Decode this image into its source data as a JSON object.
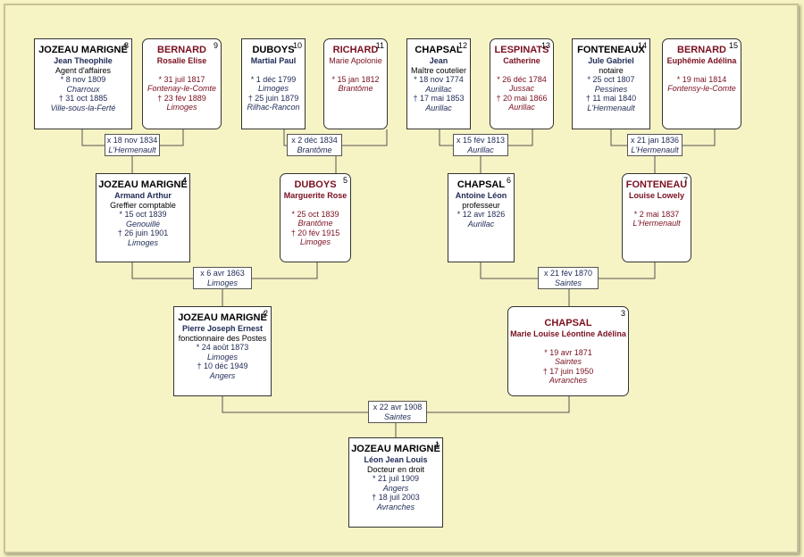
{
  "people": {
    "p1": {
      "num": "1",
      "surname": "JOZEAU MARIGNÉ",
      "given": "Léon Jean Louis",
      "occupation": "Docteur en droit",
      "birth": "* 21 juil 1909",
      "birth_place": "Angers",
      "death": "† 18 juil 2003",
      "death_place": "Avranches"
    },
    "p2": {
      "num": "2",
      "surname": "JOZEAU MARIGNÉ",
      "given": "Pierre Joseph Ernest",
      "occupation": "fonctionnaire des Postes",
      "birth": "* 24 août 1873",
      "birth_place": "Limoges",
      "death": "† 10 déc 1949",
      "death_place": "Angers"
    },
    "p3": {
      "num": "3",
      "surname": "CHAPSAL",
      "given": "Marie Louise Léontine Adélina",
      "birth": "* 19 avr 1871",
      "birth_place": "Saintes",
      "death": "† 17 juin 1950",
      "death_place": "Avranches"
    },
    "p4": {
      "num": "4",
      "surname": "JOZEAU MARIGNÉ",
      "given": "Armand Arthur",
      "occupation": "Greffier comptable",
      "birth": "* 15 oct 1839",
      "birth_place": "Genouillé",
      "death": "† 26 juin 1901",
      "death_place": "Limoges"
    },
    "p5": {
      "num": "5",
      "surname": "DUBOYS",
      "given": "Marguerite Rose",
      "birth": "* 25 oct 1839",
      "birth_place": "Brantôme",
      "death": "† 20 fév 1915",
      "death_place": "Limoges"
    },
    "p6": {
      "num": "6",
      "surname": "CHAPSAL",
      "given": "Antoine Léon",
      "occupation": "professeur",
      "birth": "* 12 avr 1826",
      "birth_place": "Aurillac"
    },
    "p7": {
      "num": "7",
      "surname": "FONTENEAU",
      "given": "Louise Lowely",
      "birth": "* 2 mai 1837",
      "birth_place": "L'Hermenault"
    },
    "p8": {
      "num": "8",
      "surname": "JOZEAU MARIGNÉ",
      "given": "Jean Theophile",
      "occupation": "Agent d'affaires",
      "birth": "* 8 nov 1809",
      "birth_place": "Charroux",
      "death": "† 31 oct 1885",
      "death_place": "Ville-sous-la-Ferté"
    },
    "p9": {
      "num": "9",
      "surname": "BERNARD",
      "given": "Rosalie Elise",
      "birth": "* 31 juil 1817",
      "birth_place": "Fontenay-le-Comte",
      "death": "† 23 fév 1889",
      "death_place": "Limoges"
    },
    "p10": {
      "num": "10",
      "surname": "DUBOYS",
      "given": "Martial Paul",
      "birth": "* 1 déc 1799",
      "birth_place": "Limoges",
      "death": "† 25 juin 1879",
      "death_place": "Rilhac-Rancon"
    },
    "p11": {
      "num": "11",
      "surname": "RICHARD",
      "given": "Marie Apolonie",
      "birth": "* 15 jan 1812",
      "birth_place": "Brantôme"
    },
    "p12": {
      "num": "12",
      "surname": "CHAPSAL",
      "given": "Jean",
      "occupation": "Maître coutelier",
      "birth": "* 18 nov 1774",
      "birth_place": "Aurillac",
      "death": "† 17 mai 1853",
      "death_place": "Aurillac"
    },
    "p13": {
      "num": "13",
      "surname": "LESPINATS",
      "given": "Catherine",
      "birth": "* 26 déc 1784",
      "birth_place": "Jussac",
      "death": "† 20 mai 1866",
      "death_place": "Aurillac"
    },
    "p14": {
      "num": "14",
      "surname": "FONTENEAUX",
      "given": "Jule Gabriel",
      "occupation": "notaire",
      "birth": "* 25 oct 1807",
      "birth_place": "Pessines",
      "death": "† 11 mai 1840",
      "death_place": "L'Hermenault"
    },
    "p15": {
      "num": "15",
      "surname": "BERNARD",
      "given": "Euphêmie Adélina",
      "birth": "* 19 mai 1814",
      "birth_place": "Fontensy-le-Comte"
    }
  },
  "marriages": {
    "m1": {
      "date": "x 22 avr 1908",
      "place": "Saintes"
    },
    "m2": {
      "date": "x 6 avr 1863",
      "place": "Limoges"
    },
    "m3": {
      "date": "x 21 fév 1870",
      "place": "Saintes"
    },
    "m4": {
      "date": "x 18 nov 1834",
      "place": "L'Hermenault"
    },
    "m5": {
      "date": "x 2 déc 1834",
      "place": "Brantôme"
    },
    "m6": {
      "date": "x 15 fév 1813",
      "place": "Aurillac"
    },
    "m7": {
      "date": "x 21 jan 1836",
      "place": "L'Hermenault"
    }
  }
}
